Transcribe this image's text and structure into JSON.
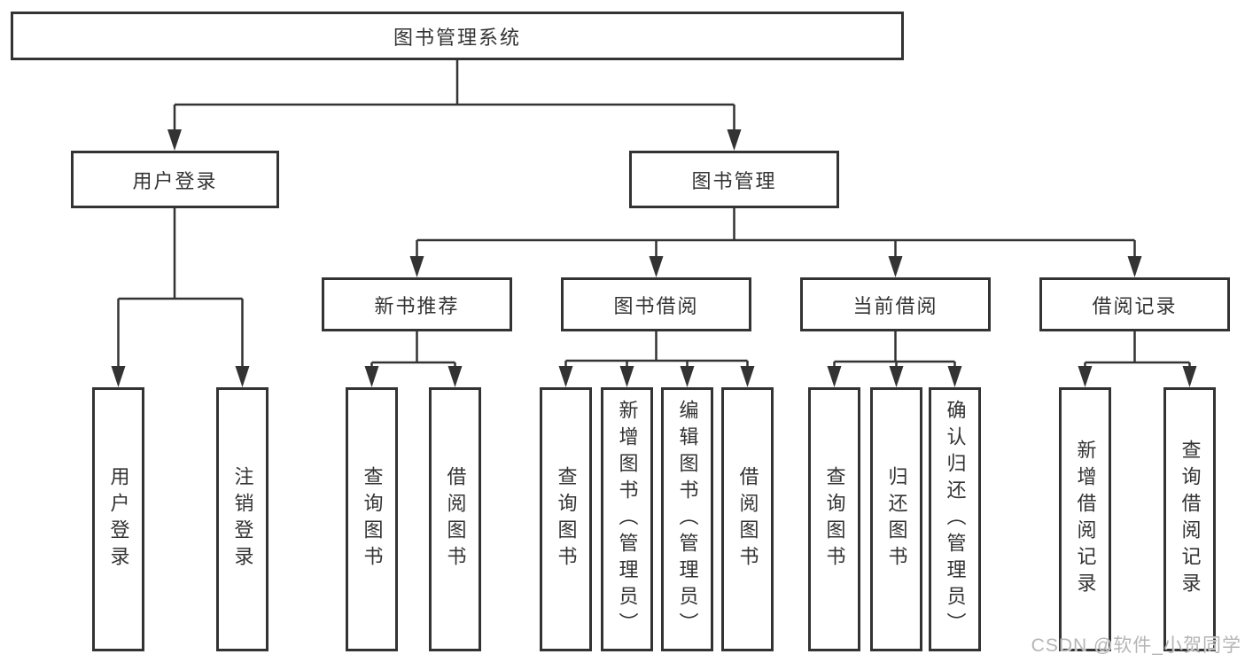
{
  "diagram": {
    "root_label": "图书管理系统",
    "branches": [
      {
        "label": "用户登录",
        "children": [
          "用户登录",
          "注销登录"
        ]
      },
      {
        "label": "图书管理",
        "groups": [
          {
            "label": "新书推荐",
            "children": [
              "查询图书",
              "借阅图书"
            ]
          },
          {
            "label": "图书借阅",
            "children": [
              "查询图书",
              "新增图书（管理员）",
              "编辑图书（管理员）",
              "借阅图书"
            ]
          },
          {
            "label": "当前借阅",
            "children": [
              "查询图书",
              "归还图书",
              "确认归还（管理员）"
            ]
          },
          {
            "label": "借阅记录",
            "children": [
              "新增借阅记录",
              "查询借阅记录"
            ]
          }
        ]
      }
    ]
  },
  "watermark": {
    "text": "CSDN @软件_小贺同学"
  },
  "colors": {
    "line": "#333333",
    "box_border": "#333333",
    "box_fill": "#ffffff",
    "text": "#333333",
    "watermark": "#b5b5b5",
    "background": "#ffffff"
  }
}
